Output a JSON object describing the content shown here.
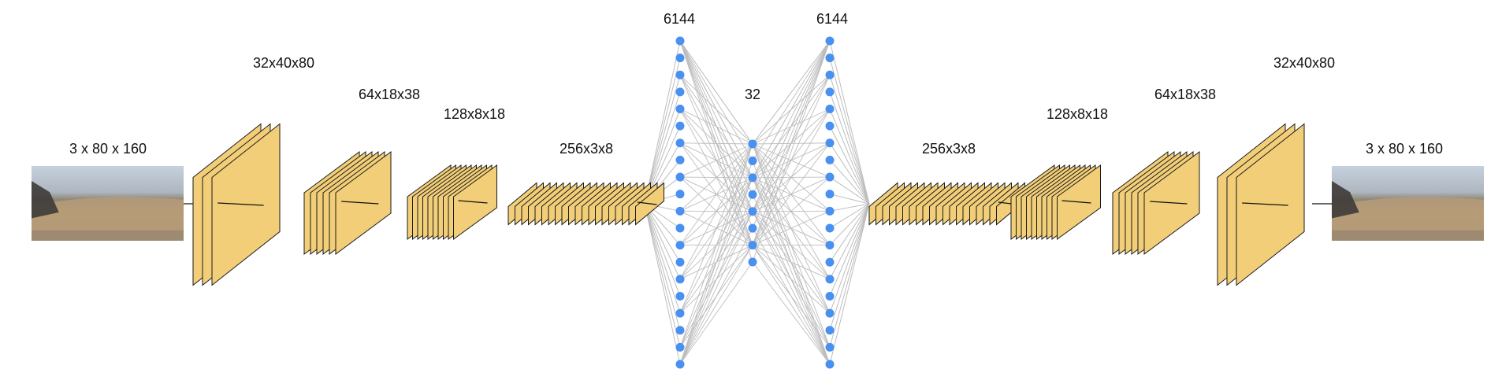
{
  "labels": {
    "input": "3 x 80 x 160",
    "enc_conv1": "32x40x80",
    "enc_conv2": "64x18x38",
    "enc_conv3": "128x8x18",
    "enc_conv4": "256x3x8",
    "enc_fc": "6144",
    "latent": "32",
    "dec_fc": "6144",
    "dec_conv4": "256x3x8",
    "dec_conv3": "128x8x18",
    "dec_conv2": "64x18x38",
    "dec_conv1": "32x40x80",
    "output": "3 x 80 x 160"
  },
  "layers": {
    "encoder_conv": [
      {
        "name": "enc-conv1",
        "label_key": "enc_conv1"
      },
      {
        "name": "enc-conv2",
        "label_key": "enc_conv2"
      },
      {
        "name": "enc-conv3",
        "label_key": "enc_conv3"
      },
      {
        "name": "enc-conv4",
        "label_key": "enc_conv4"
      }
    ],
    "decoder_conv": [
      {
        "name": "dec-conv4",
        "label_key": "dec_conv4"
      },
      {
        "name": "dec-conv3",
        "label_key": "dec_conv3"
      },
      {
        "name": "dec-conv2",
        "label_key": "dec_conv2"
      },
      {
        "name": "dec-conv1",
        "label_key": "dec_conv1"
      }
    ],
    "fc_visible_nodes": 20,
    "latent_visible_nodes": 8
  },
  "colors": {
    "feature_map_fill": "#F2CE78",
    "feature_map_stroke": "#1a1a1a",
    "node": "#4A90F0",
    "edge": "#BDBDBD",
    "sky": "#C9D3E0",
    "sand": "#B59A76"
  }
}
